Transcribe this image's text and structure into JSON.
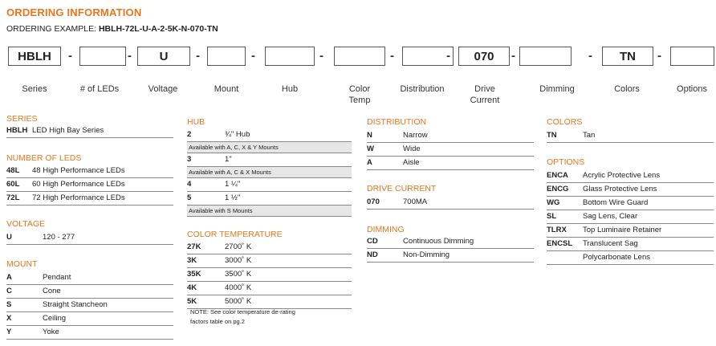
{
  "header": {
    "title": "ORDERING INFORMATION",
    "example_label": "ORDERING EXAMPLE: ",
    "example_code": "HBLH-72L-U-A-2-5K-N-070-TN"
  },
  "code_boxes": [
    {
      "value": "HBLH",
      "label": "Series"
    },
    {
      "value": "",
      "label": "# of LEDs"
    },
    {
      "value": "U",
      "label": "Voltage"
    },
    {
      "value": "",
      "label": "Mount"
    },
    {
      "value": "",
      "label": "Hub"
    },
    {
      "value": "",
      "label": "Color\nTemp"
    },
    {
      "value": "",
      "label": "Distribution"
    },
    {
      "value": "070",
      "label": "Drive\nCurrent"
    },
    {
      "value": "",
      "label": "Dimming"
    },
    {
      "value": "TN",
      "label": "Colors"
    },
    {
      "value": "",
      "label": "Options"
    }
  ],
  "dash": "-",
  "series": {
    "title": "SERIES",
    "rows": [
      {
        "k": "HBLH",
        "v": "LED High Bay Series"
      }
    ]
  },
  "leds": {
    "title": "NUMBER OF LEDS",
    "rows": [
      {
        "k": "48L",
        "v": "48 High Performance LEDs"
      },
      {
        "k": "60L",
        "v": "60 High Performance LEDs"
      },
      {
        "k": "72L",
        "v": "72 High Performance LEDs"
      }
    ]
  },
  "voltage": {
    "title": "VOLTAGE",
    "rows": [
      {
        "k": "U",
        "v": "120 - 277"
      }
    ]
  },
  "mount": {
    "title": "MOUNT",
    "rows": [
      {
        "k": "A",
        "v": "Pendant"
      },
      {
        "k": "C",
        "v": "Cone"
      },
      {
        "k": "S",
        "v": "Straight Stancheon"
      },
      {
        "k": "X",
        "v": "Ceiling"
      },
      {
        "k": "Y",
        "v": "Yoke"
      }
    ]
  },
  "hub": {
    "title": "HUB",
    "rows": [
      {
        "k": "2",
        "v": "¾\" Hub",
        "avail": "Available with A, C, X & Y Mounts"
      },
      {
        "k": "3",
        "v": "1\"",
        "avail": "Available with A, C & X Mounts"
      },
      {
        "k": "4",
        "v": "1 ¼\"",
        "avail": ""
      },
      {
        "k": "5",
        "v": "1 ½\"",
        "avail": "Available with S Mounts"
      }
    ]
  },
  "color_temp": {
    "title": "COLOR TEMPERATURE",
    "rows": [
      {
        "k": "27K",
        "v": "2700˚ K"
      },
      {
        "k": "3K",
        "v": "3000˚ K"
      },
      {
        "k": "35K",
        "v": "3500˚ K"
      },
      {
        "k": "4K",
        "v": "4000˚ K"
      },
      {
        "k": "5K",
        "v": "5000˚ K"
      }
    ],
    "note1": "NOTE: See color temperature de-rating",
    "note2": "factors table on pg.2"
  },
  "distribution": {
    "title": "DISTRIBUTION",
    "rows": [
      {
        "k": "N",
        "v": "Narrow"
      },
      {
        "k": "W",
        "v": "Wide"
      },
      {
        "k": "A",
        "v": "Aisle"
      }
    ]
  },
  "drive_current": {
    "title": "DRIVE CURRENT",
    "rows": [
      {
        "k": "070",
        "v": "700MA"
      }
    ]
  },
  "dimming": {
    "title": "DIMMING",
    "rows": [
      {
        "k": "CD",
        "v": "Continuous Dimming"
      },
      {
        "k": "ND",
        "v": "Non-Dimming"
      }
    ]
  },
  "colors": {
    "title": "COLORS",
    "rows": [
      {
        "k": "TN",
        "v": "Tan"
      }
    ]
  },
  "options": {
    "title": "OPTIONS",
    "rows": [
      {
        "k": "ENCA",
        "v": "Acrylic Protective Lens"
      },
      {
        "k": "ENCG",
        "v": "Glass Protective Lens"
      },
      {
        "k": "WG",
        "v": "Bottom Wire Guard"
      },
      {
        "k": "SL",
        "v": "Sag Lens, Clear"
      },
      {
        "k": "TLRX",
        "v": "Top Luminaire Retainer"
      },
      {
        "k": "ENCSL",
        "v": "Translucent Sag"
      },
      {
        "k": "",
        "v": "Polycarbonate Lens"
      }
    ]
  }
}
